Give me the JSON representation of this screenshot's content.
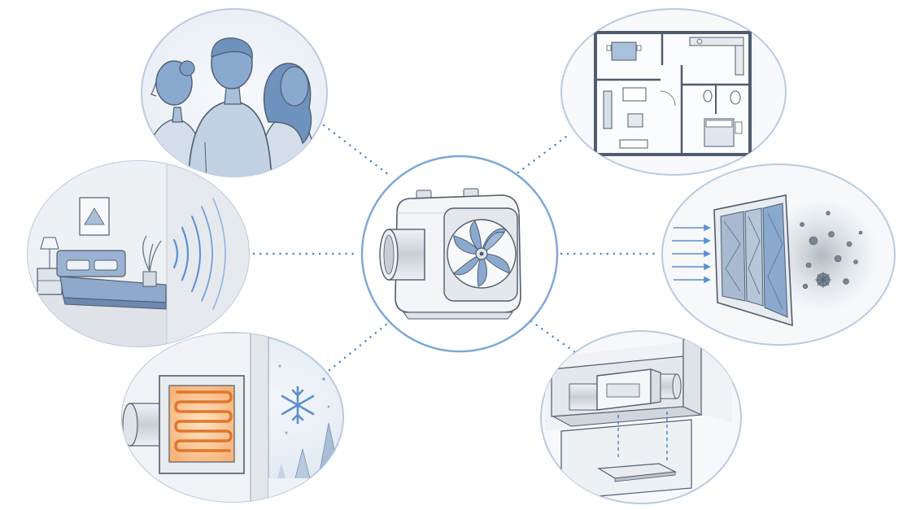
{
  "diagram": {
    "hub": {
      "id": "ventilation-unit",
      "icon": "ventilation-fan-unit-icon"
    },
    "nodes": [
      {
        "id": "occupants",
        "icon": "people-group-icon"
      },
      {
        "id": "quiet-bedroom",
        "icon": "bedroom-sound-waves-icon"
      },
      {
        "id": "heat-recovery",
        "icon": "heating-coil-snowflake-icon"
      },
      {
        "id": "floor-plan",
        "icon": "floor-plan-icon"
      },
      {
        "id": "air-filtration",
        "icon": "air-filter-particles-icon"
      },
      {
        "id": "ceiling-install",
        "icon": "ceiling-mounted-unit-icon"
      }
    ],
    "edges": [
      [
        "ventilation-unit",
        "occupants"
      ],
      [
        "ventilation-unit",
        "quiet-bedroom"
      ],
      [
        "ventilation-unit",
        "heat-recovery"
      ],
      [
        "ventilation-unit",
        "floor-plan"
      ],
      [
        "ventilation-unit",
        "air-filtration"
      ],
      [
        "ventilation-unit",
        "ceiling-install"
      ]
    ],
    "colors": {
      "circle_border": "#b9cbe0",
      "dotted_connector": "#3f7fc0",
      "accent_blue": "#8aa9cf",
      "heater_orange": "#f2a25a",
      "ink": "#4f5d6e"
    }
  }
}
